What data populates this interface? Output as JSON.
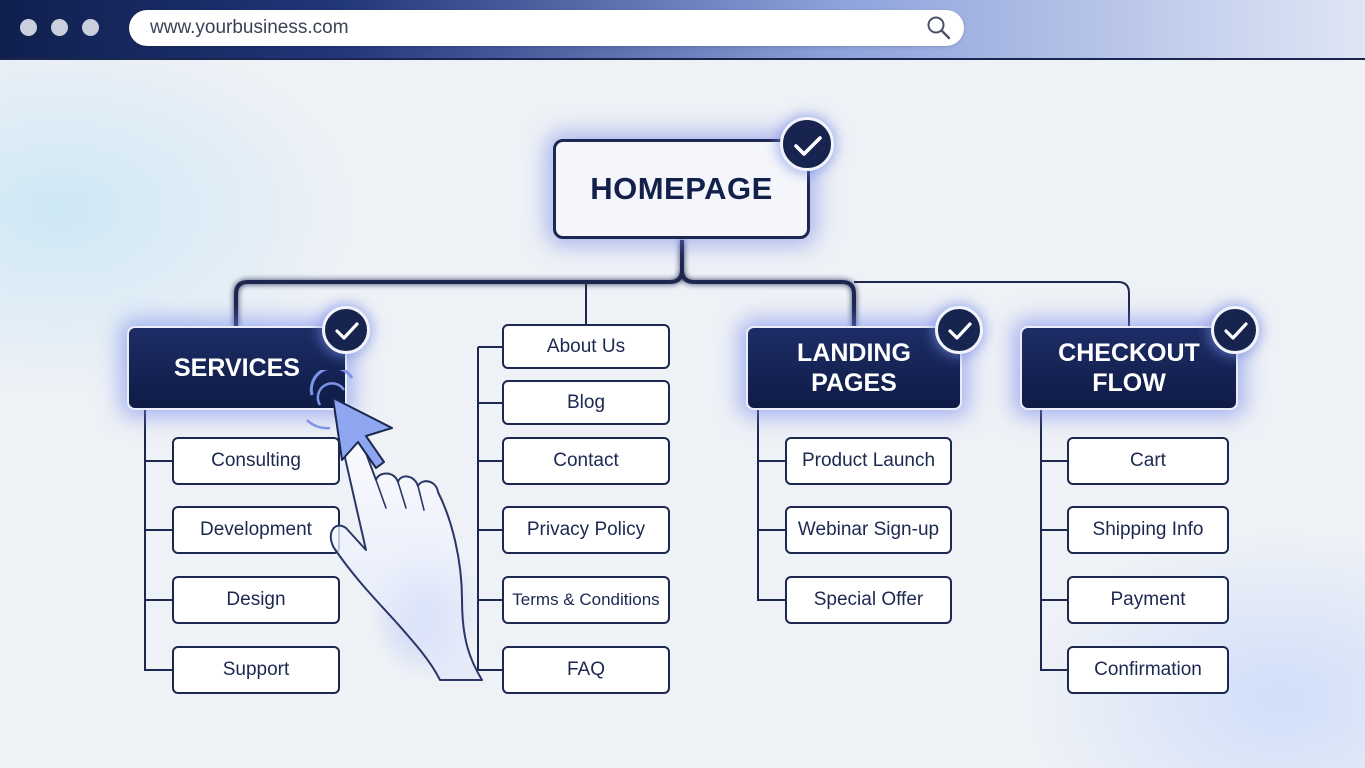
{
  "browser": {
    "url": "www.yourbusiness.com",
    "search_icon": "magnifier-icon"
  },
  "colors": {
    "navy": "#1c2850",
    "accent_glow": "#6e82e6",
    "background": "#eef1f6"
  },
  "sitemap": {
    "root": "HOMEPAGE",
    "services": {
      "title": "SERVICES",
      "items": [
        "Consulting",
        "Development",
        "Design",
        "Support"
      ]
    },
    "general": {
      "items": [
        "About Us",
        "Blog",
        "Contact",
        "Privacy Policy",
        "Terms & Conditions",
        "FAQ"
      ]
    },
    "landing": {
      "title_line1": "LANDING",
      "title_line2": "PAGES",
      "items": [
        "Product Launch",
        "Webinar Sign-up",
        "Special Offer"
      ]
    },
    "checkout": {
      "title_line1": "CHECKOUT",
      "title_line2": "FLOW",
      "items": [
        "Cart",
        "Shipping Info",
        "Payment",
        "Confirmation"
      ]
    }
  }
}
